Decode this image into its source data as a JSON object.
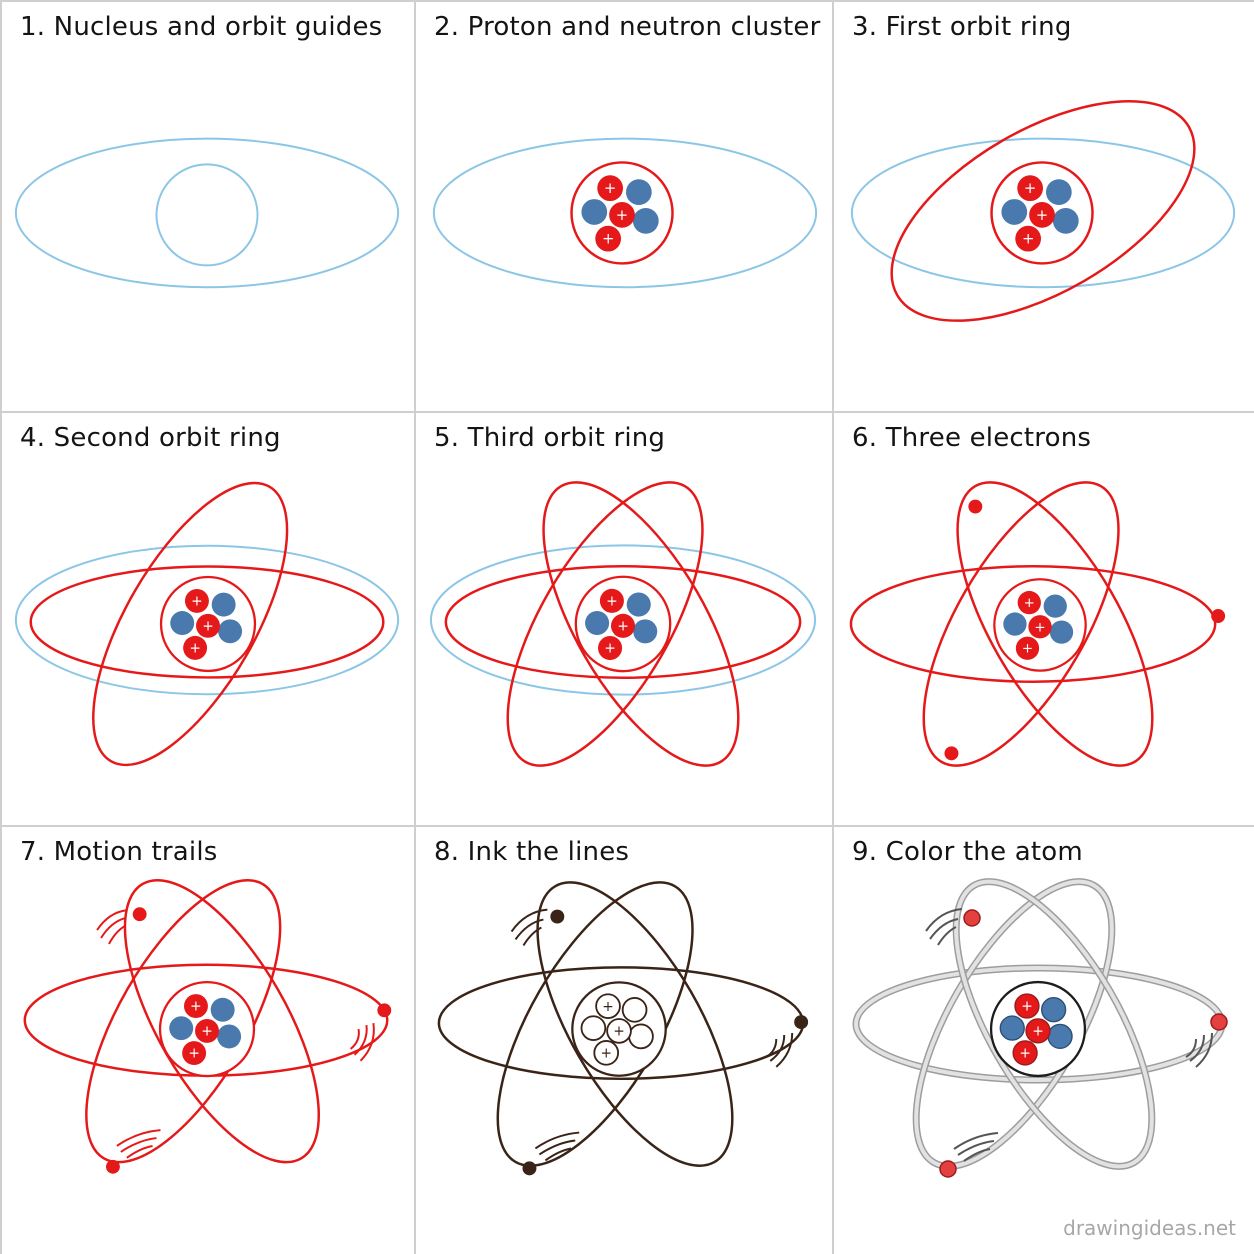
{
  "steps": [
    {
      "label": "1. Nucleus and orbit guides"
    },
    {
      "label": "2. Proton and neutron cluster"
    },
    {
      "label": "3. First orbit ring"
    },
    {
      "label": "4. Second orbit ring"
    },
    {
      "label": "5. Third orbit ring"
    },
    {
      "label": "6. Three electrons"
    },
    {
      "label": "7. Motion trails"
    },
    {
      "label": "8. Ink the lines"
    },
    {
      "label": "9. Color the atom"
    }
  ],
  "watermark": "drawingideas.net",
  "colors": {
    "guide": "#8cc6e6",
    "red": "#e51919",
    "ink": "#3a2418",
    "blue": "#4a79ad",
    "gray": "#b8b8b8",
    "panel_border": "#cfcfcf"
  },
  "nucleus": {
    "protons": [
      "+",
      "+",
      "+"
    ]
  }
}
